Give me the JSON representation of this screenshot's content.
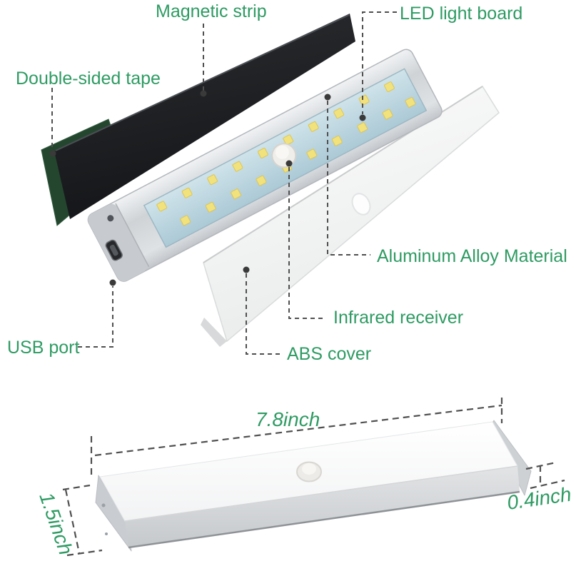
{
  "labels": {
    "magnetic_strip": "Magnetic strip",
    "led_light_board": "LED light board",
    "double_sided_tape": "Double-sided tape",
    "aluminum_alloy_material": "Aluminum Alloy Material",
    "infrared_receiver": "Infrared receiver",
    "usb_port": "USB port",
    "abs_cover": "ABS cover"
  },
  "dimensions": {
    "length": "7.8inch",
    "width": "1.5inch",
    "thickness": "0.4inch"
  },
  "colors": {
    "label_green": "#2e9b63",
    "callout_gray": "#4f4f4f",
    "led_yellow": "#f2e27d",
    "board_blue": "#bfd9e4",
    "magnetic_strip_black": "#1b1d20",
    "tape_green": "#24462f",
    "aluminum_silver": "#c9cdd1",
    "cover_white": "#f6f7f7"
  }
}
